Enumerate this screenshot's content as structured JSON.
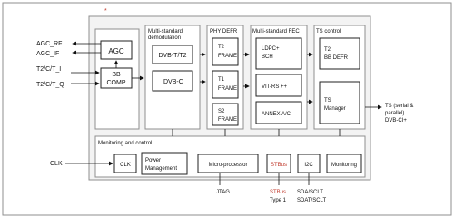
{
  "signals": {
    "agc_rf": "AGC_RF",
    "agc_if": "AGC_IF",
    "t2_c_t_i": "T2/C/T_I",
    "t2_c_t_q": "T2/C/T_Q",
    "clk_in": "CLK",
    "ts_out_1": "TS (serial &",
    "ts_out_2": "parallel)",
    "ts_out_3": "DVB-CI+",
    "jtag": "JTAG",
    "stbus_1": "STBus",
    "stbus_2": "Type 1",
    "i2c_1": "SDA/SCLT",
    "i2c_2": "SDAT/SCLT"
  },
  "blocks": {
    "agc": "AGC",
    "bb_comp_1": "BB",
    "bb_comp_2": "COMP",
    "demod_title_1": "Multi-standard",
    "demod_title_2": "demodulation",
    "dvb_t_t2": "DVB-T/T2",
    "dvb_c": "DVB-C",
    "phy_defr_title": "PHY DEFR",
    "t2_frame_1": "T2",
    "t2_frame_2": "FRAME",
    "t1_frame_1": "T1",
    "t1_frame_2": "FRAME",
    "s2_frame_1": "S2",
    "s2_frame_2": "FRAME",
    "fec_title": "Multi-standard FEC",
    "ldpc_1": "LDPC+",
    "ldpc_2": "BCH",
    "vit_rs": "VIT-RS ++",
    "annex": "ANNEX A/C",
    "ts_control_title": "TS control",
    "t2_bb_defr_1": "T2",
    "t2_bb_defr_2": "BB DEFR",
    "ts_manager_1": "TS",
    "ts_manager_2": "Manager",
    "monitoring_control_title": "Monitoring and control",
    "clk": "CLK",
    "power_mgmt_1": "Power",
    "power_mgmt_2": "Management",
    "microprocessor": "Micro-processor",
    "stbus": "STBus",
    "i2c": "I2C",
    "monitoring": "Monitoring"
  },
  "colors": {
    "frame": "#8f8f8f",
    "box": "#ffffff",
    "inner_bg": "#f3f3f3",
    "line": "#111111",
    "accent_red": "#c0392b"
  }
}
